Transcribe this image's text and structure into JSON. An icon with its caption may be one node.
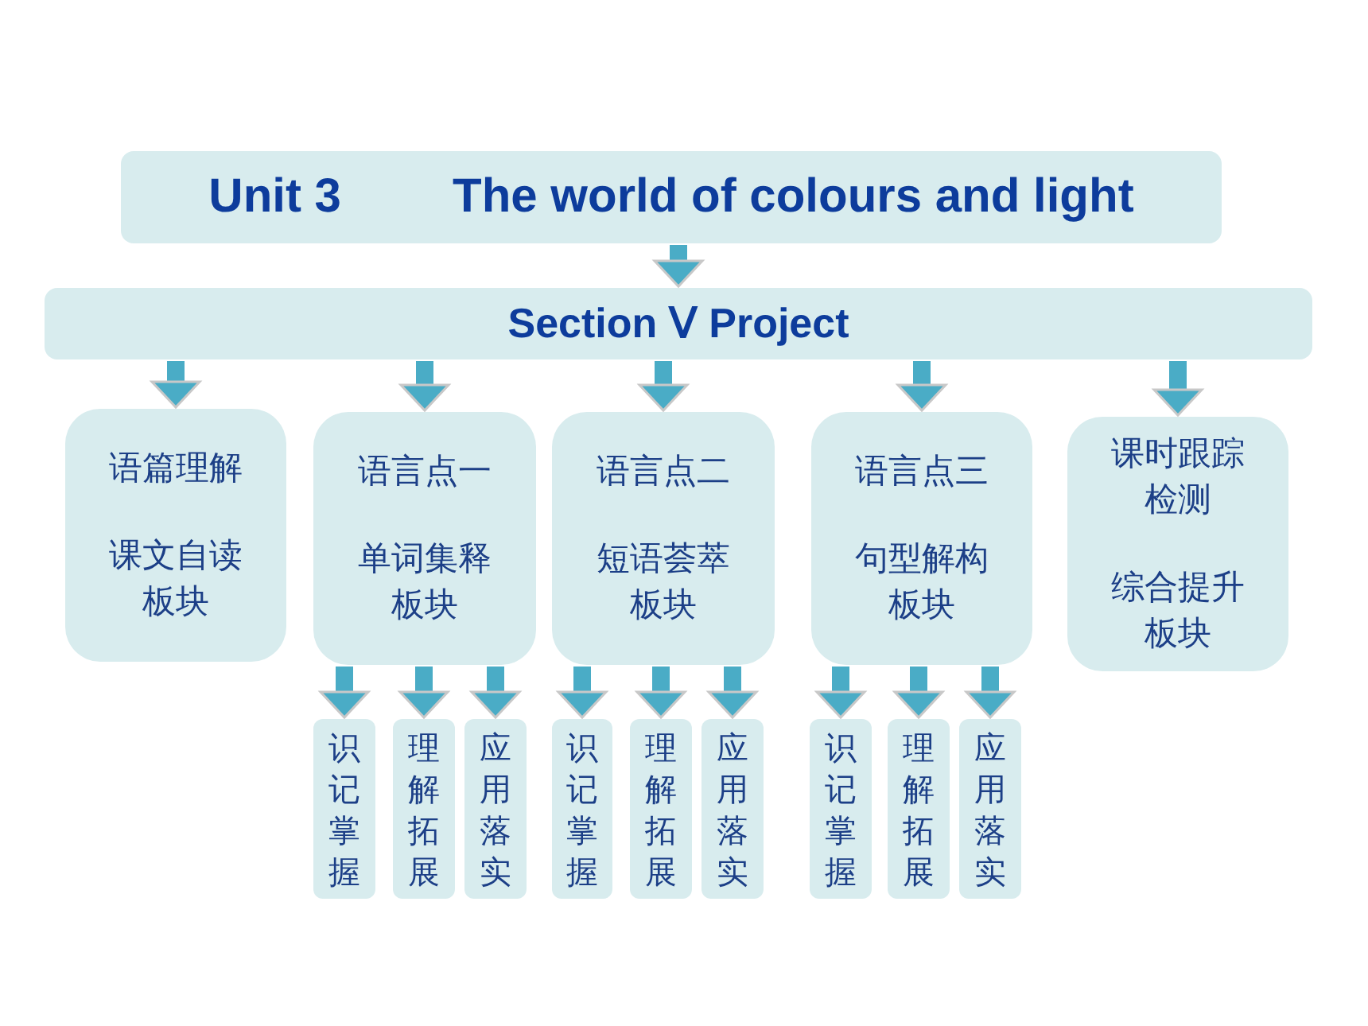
{
  "diagram": {
    "nodes": [
      {
        "text": [
          "Unit 3",
          "The world of colours and light"
        ]
      },
      {
        "text": [
          "Section Ⅴ Project"
        ]
      },
      {
        "text": [
          "语篇理解",
          "课文自读板块"
        ]
      },
      {
        "text": [
          "语言点一",
          "单词集释板块"
        ]
      },
      {
        "text": [
          "语言点二",
          "短语荟萃板块"
        ]
      },
      {
        "text": [
          "语言点三",
          "句型解构板块"
        ]
      },
      {
        "text": [
          "课时跟踪检测",
          "综合提升板块"
        ]
      },
      {
        "text": [
          "识记掌握"
        ]
      },
      {
        "text": [
          "理解拓展"
        ]
      },
      {
        "text": [
          "应用落实"
        ]
      },
      {
        "text": [
          "识记掌握"
        ]
      },
      {
        "text": [
          "理解拓展"
        ]
      },
      {
        "text": [
          "应用落实"
        ]
      },
      {
        "text": [
          "识记掌握"
        ]
      },
      {
        "text": [
          "理解拓展"
        ]
      },
      {
        "text": [
          "应用落实"
        ]
      }
    ],
    "edges": [
      {
        "from": 0,
        "to": 1,
        "arrow": "to"
      },
      {
        "from": 1,
        "to": 2,
        "arrow": "to"
      },
      {
        "from": 1,
        "to": 3,
        "arrow": "to"
      },
      {
        "from": 1,
        "to": 4,
        "arrow": "to"
      },
      {
        "from": 1,
        "to": 5,
        "arrow": "to"
      },
      {
        "from": 1,
        "to": 6,
        "arrow": "to"
      },
      {
        "from": 3,
        "to": 7,
        "arrow": "to"
      },
      {
        "from": 3,
        "to": 8,
        "arrow": "to"
      },
      {
        "from": 3,
        "to": 9,
        "arrow": "to"
      },
      {
        "from": 4,
        "to": 10,
        "arrow": "to"
      },
      {
        "from": 4,
        "to": 11,
        "arrow": "to"
      },
      {
        "from": 4,
        "to": 12,
        "arrow": "to"
      },
      {
        "from": 5,
        "to": 13,
        "arrow": "to"
      },
      {
        "from": 5,
        "to": 14,
        "arrow": "to"
      },
      {
        "from": 5,
        "to": 15,
        "arrow": "to"
      }
    ]
  }
}
